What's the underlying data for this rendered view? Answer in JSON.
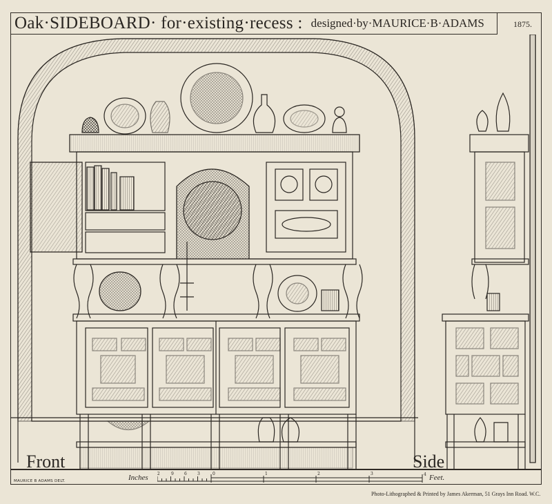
{
  "title": {
    "main": "Oak·SIDEBOARD· for·existing·recess :",
    "sub": "designed·by·MAURICE·B·ADAMS",
    "year": "1875."
  },
  "labels": {
    "front": "Front",
    "side": "Side"
  },
  "footer": {
    "delineator": "MAURICE B ADAMS DELT.",
    "printer": "Photo-Lithographed & Printed by James Akerman, 51 Grays Inn Road. W.C."
  },
  "scale": {
    "inches_label": "Inches",
    "feet_label": "Feet.",
    "inch_ticks": [
      "12",
      "9",
      "6",
      "3",
      "0"
    ],
    "foot_ticks": [
      "1",
      "2",
      "3",
      "4"
    ]
  },
  "colors": {
    "paper": "#ebe5d6",
    "ink": "#2a2622"
  }
}
